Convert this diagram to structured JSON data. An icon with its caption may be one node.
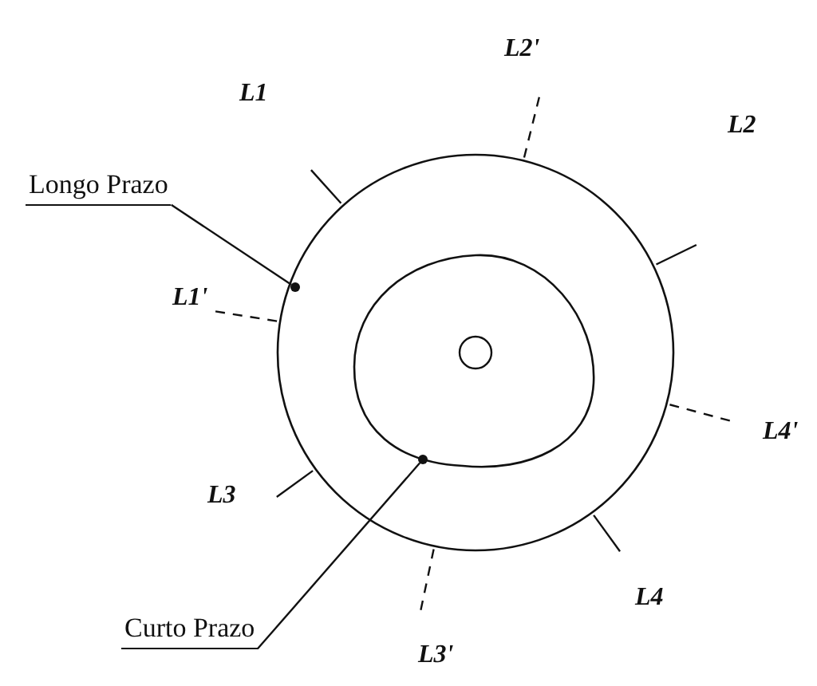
{
  "diagram": {
    "nodes": [
      {
        "text": [
          "Longo Prazo"
        ]
      },
      {
        "text": [],
        "shape": "circle"
      },
      {
        "text": [
          "Curto Prazo"
        ]
      },
      {
        "text": [],
        "shape": "circle"
      }
    ],
    "edges": [
      {
        "from": 0,
        "to": 1,
        "arrow": "none"
      },
      {
        "from": 2,
        "to": 3,
        "arrow": "none"
      }
    ],
    "labels": [
      "L2'",
      "L1",
      "L2",
      "L1'",
      "L4'",
      "L3",
      "L4",
      "L3'"
    ]
  }
}
